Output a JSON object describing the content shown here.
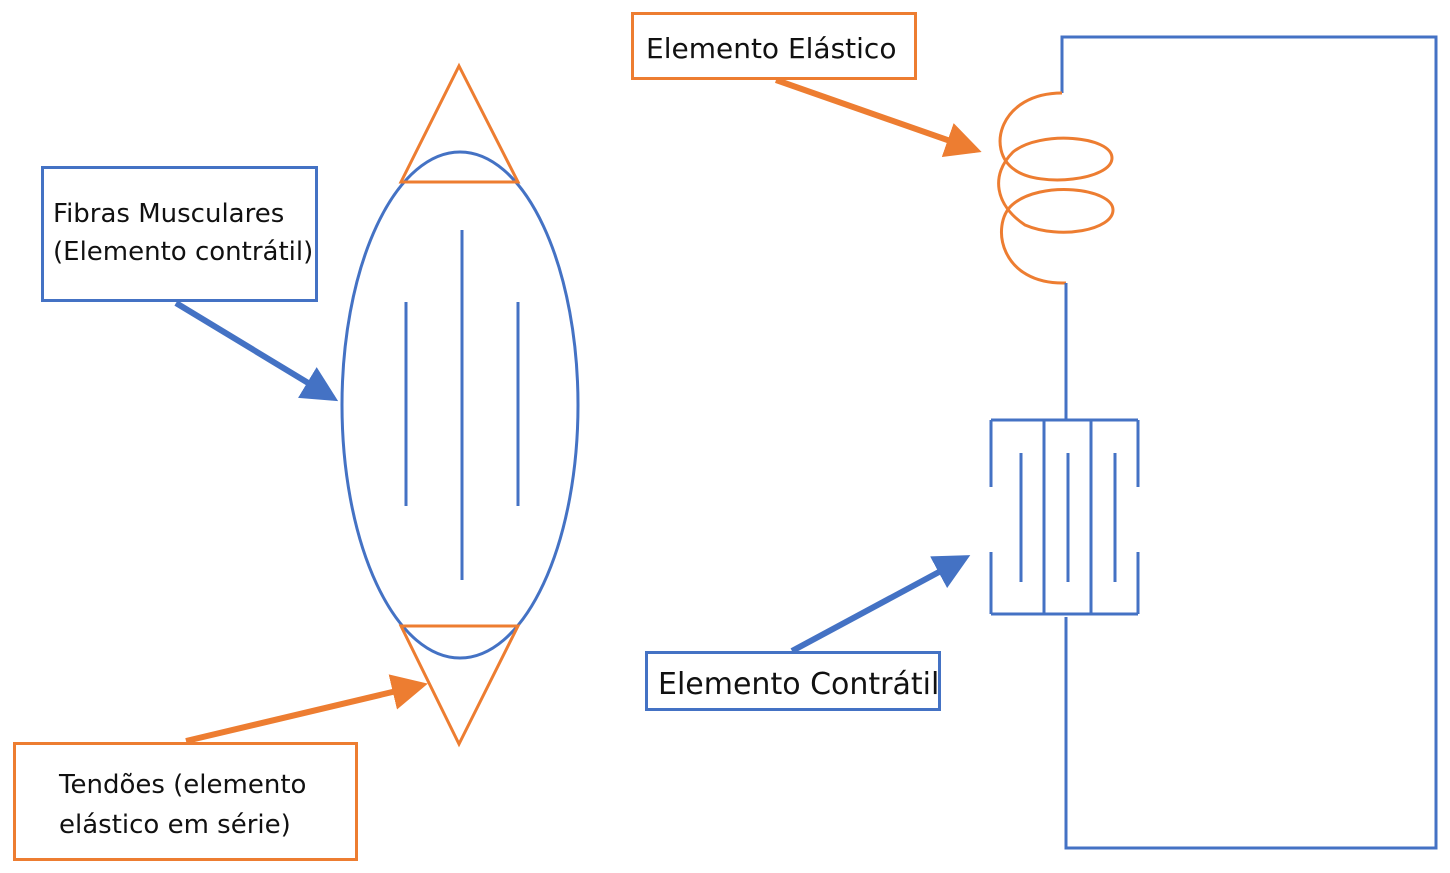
{
  "labels": {
    "muscle_fibers": {
      "line1": "Fibras Musculares",
      "line2": "(Elemento contrátil)"
    },
    "tendons": {
      "line1": "Tendões (elemento",
      "line2": "elástico em série)"
    },
    "elastic_element": "Elemento Elástico",
    "contractile_element": "Elemento Contrátil"
  },
  "colors": {
    "contractile_blue": "#4472C4",
    "elastic_orange": "#ED7D31"
  }
}
